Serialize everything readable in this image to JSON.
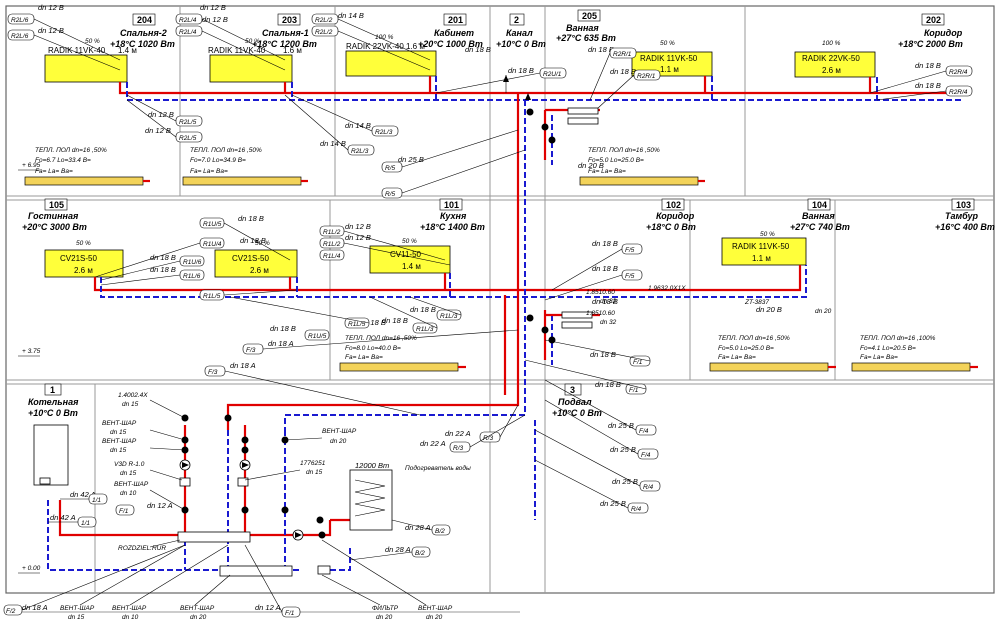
{
  "levels": [
    {
      "mark": "+ 6.95"
    },
    {
      "mark": "+ 3.75"
    },
    {
      "mark": "+ 0.00"
    }
  ],
  "rooms": [
    {
      "num": "204",
      "name": "Спальня-2",
      "temp": "+18°C 1020 Вт"
    },
    {
      "num": "203",
      "name": "Спальня-1",
      "temp": "+18°C 1200 Вт"
    },
    {
      "num": "201",
      "name": "Кабинет",
      "temp": "+20°C 1000 Вт"
    },
    {
      "num": "2",
      "name": "Канал",
      "temp": "+10°C 0 Вт"
    },
    {
      "num": "205",
      "name": "Ванная",
      "temp": "+27°C 635 Вт"
    },
    {
      "num": "202",
      "name": "Коридор",
      "temp": "+18°C 2000 Вт"
    },
    {
      "num": "105",
      "name": "Гостинная",
      "temp": "+20°C 3000 Вт"
    },
    {
      "num": "101",
      "name": "Кухня",
      "temp": "+18°C 1400 Вт"
    },
    {
      "num": "102",
      "name": "Коридор",
      "temp": "+18°C 0 Вт"
    },
    {
      "num": "104",
      "name": "Ванная",
      "temp": "+27°C 740 Вт"
    },
    {
      "num": "103",
      "name": "Тамбур",
      "temp": "+16°C 400 Вт"
    },
    {
      "num": "1",
      "name": "Котельная",
      "temp": "+10°C 0 Вт"
    },
    {
      "num": "3",
      "name": "Подвал",
      "temp": "+10°C 0 Вт"
    }
  ],
  "radiators": [
    {
      "pct": "50 %",
      "model": "RADIK 11VK-40",
      "len": "1.4 м"
    },
    {
      "pct": "50 %",
      "model": "RADIK 11VK-40",
      "len": "1.6 м"
    },
    {
      "pct": "100 %",
      "model": "RADIK 22VK-40",
      "len": "1.6 м"
    },
    {
      "pct": "50 %",
      "model": "RADIK 11VK-50",
      "len": "1.1 м"
    },
    {
      "pct": "100 %",
      "model": "RADIK 22VK-50",
      "len": "2.6 м"
    },
    {
      "pct": "50 %",
      "model": "CV21S-50",
      "len": "2.6 м"
    },
    {
      "pct": "50 %",
      "model": "CV21S-50",
      "len": "2.6 м"
    },
    {
      "pct": "50 %",
      "model": "CV11-50",
      "len": "1.4 м"
    },
    {
      "pct": "50 %",
      "model": "RADIK 11VK-50",
      "len": "1.1 м"
    }
  ],
  "floors": [
    {
      "l1": "ТЕПЛ. ПОЛ dn=16   ,50%",
      "l2": "Fo=6.7 Lo=33.4 B=",
      "l3": "Fa= La= Ba="
    },
    {
      "l1": "ТЕПЛ. ПОЛ dn=16   ,50%",
      "l2": "Fo=7.0 Lo=34.9 B=",
      "l3": "Fa= La= Ba="
    },
    {
      "l1": "ТЕПЛ. ПОЛ dn=16   ,50%",
      "l2": "Fo=5.0 Lo=25.0 B=",
      "l3": "Fa= La= Ba="
    },
    {
      "l1": "ТЕПЛ. ПОЛ dn=16   ,50%",
      "l2": "Fo=8.0 Lo=40.0 B=",
      "l3": "Fa= La= Ba="
    },
    {
      "l1": "ТЕПЛ. ПОЛ dn=16   ,50%",
      "l2": "Fo=5.0 Lo=25.0 B=",
      "l3": "Fa= La= Ba="
    },
    {
      "l1": "ТЕПЛ. ПОЛ dn=16   ,100%",
      "l2": "Fo=4.1 Lo=20.5 B=",
      "l3": "Fa= La= Ba="
    }
  ],
  "pipe_labels": [
    "dn 12 B",
    "dn 12 B",
    "dn 12 B",
    "dn 12 B",
    "dn 12 B",
    "dn 12 B",
    "dn 14 B",
    "dn 14 B",
    "dn 14 B",
    "dn 18 B",
    "dn 18 B",
    "dn 18 B",
    "dn 18 B",
    "dn 18 B",
    "dn 18 B",
    "dn 25 B",
    "dn 20 B",
    "dn 18 B",
    "dn 18 B",
    "dn 18 B",
    "dn 18 B",
    "dn 12 B",
    "dn 12 B",
    "dn 18 B",
    "dn 18 B",
    "dn 18 B",
    "dn 18 B",
    "dn 18 B",
    "dn 18 B",
    "dn 18 B",
    "dn 18 B",
    "dn 18 B",
    "dn 18 A",
    "dn 18 A",
    "dn 22 A",
    "dn 22 A",
    "dn 25 B",
    "dn 25 B",
    "dn 25 B",
    "dn 25 B",
    "dn 42 A",
    "dn 42 A",
    "dn 28 A",
    "dn 28 A",
    "dn 18 A",
    "dn 12 A",
    "dn 12 A",
    "dn 20 B"
  ],
  "tags": [
    "R2L/6",
    "R2L/6",
    "R2L/4",
    "R2L/4",
    "R2L/2",
    "R2L/2",
    "R2U/1",
    "R2R/1",
    "R2R/1",
    "R2R/4",
    "R2R/4",
    "R2L/5",
    "R2L/5",
    "R2L/3",
    "R2L/3",
    "R/5",
    "R/5",
    "R1U/4",
    "R1U/6",
    "R1L/6",
    "R1U/5",
    "R1L/5",
    "R1L/2",
    "R1L/2",
    "R1L/4",
    "R1L/5",
    "R1L/3",
    "R1L/3",
    "R1U/5",
    "F/5",
    "F/5",
    "F/1",
    "F/1",
    "F/3",
    "F/3",
    "R/3",
    "R/3",
    "F/4",
    "F/4",
    "R/4",
    "R/4",
    "1/1",
    "1/1",
    "В/2",
    "В/2",
    "F/1",
    "F/2",
    "F/1"
  ],
  "equipment": [
    "1.4002.4X",
    "dn 15",
    "ВЕНТ-ШАР",
    "dn 15",
    "ВЕНТ-ШАР",
    "dn 15",
    "V3D R-1.0",
    "dn 15",
    "ВЕНТ-ШАР",
    "dn 10",
    "ВЕНТ-ШАР",
    "dn 20",
    "1776251",
    "dn 15",
    "12000 Вт",
    "Подогреватель воды",
    "ROZDZIEL.RUR",
    "ВЕНТ-ШАР",
    "dn 15",
    "ВЕНТ-ШАР",
    "dn 10",
    "ВЕНТ-ШАР",
    "dn 20",
    "ФИЛЬТР",
    "dn 20",
    "ВЕНТ-ШАР",
    "dn 20",
    "1.8510.60",
    "dn 32",
    "1.8510.60",
    "dn 32",
    "1.9632.0X1X",
    "ZT-3837",
    "dn 20"
  ]
}
